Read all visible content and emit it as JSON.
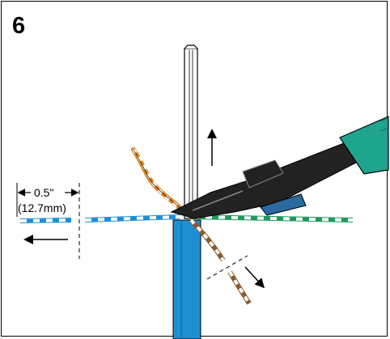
{
  "step_number": "6",
  "dimension": {
    "inches": "0.5\"",
    "mm": "(12.7mm)"
  },
  "colors": {
    "blue": "#1f8fd3",
    "green": "#1e9a5c",
    "orange": "#e08a2a",
    "brown": "#8a5a2e",
    "teal_handle": "#1fa58f",
    "cutter_black": "#222222"
  }
}
